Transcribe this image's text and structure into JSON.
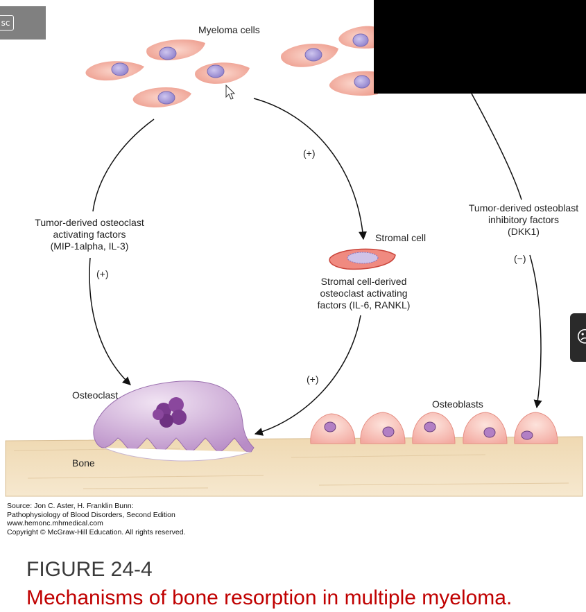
{
  "player": {
    "esc_label": "sc"
  },
  "labels": {
    "myeloma_cells": "Myeloma cells",
    "plus_top": "(+)",
    "tumor_osteoclast_factors": [
      "Tumor-derived osteoclast",
      "activating factors",
      "(MIP-1alpha, IL-3)"
    ],
    "plus_left": "(+)",
    "stromal_cell": "Stromal cell",
    "stromal_factors": [
      "Stromal cell-derived",
      "osteoclast activating",
      "factors (IL-6, RANKL)"
    ],
    "plus_stromal": "(+)",
    "tumor_osteoblast_factors": [
      "Tumor-derived osteoblast",
      "inhibitory factors",
      "(DKK1)"
    ],
    "minus_right": "(−)",
    "osteoclast": "Osteoclast",
    "osteoblasts": "Osteoblasts",
    "bone": "Bone"
  },
  "source_lines": [
    "Source: Jon C. Aster, H. Franklin Bunn:",
    "Pathophysiology of Blood Disorders, Second Edition",
    "www.hemonc.mhmedical.com",
    "Copyright © McGraw-Hill Education. All rights reserved."
  ],
  "figure": {
    "number": "FIGURE 24-4",
    "caption": "Mechanisms of bone resorption in multiple myeloma."
  },
  "colors": {
    "cell_fill": "#f4b4a6",
    "nucleus": "#a99ad6",
    "osteoclast_fill": "#c7a3d2",
    "caption_red": "#c00000"
  }
}
